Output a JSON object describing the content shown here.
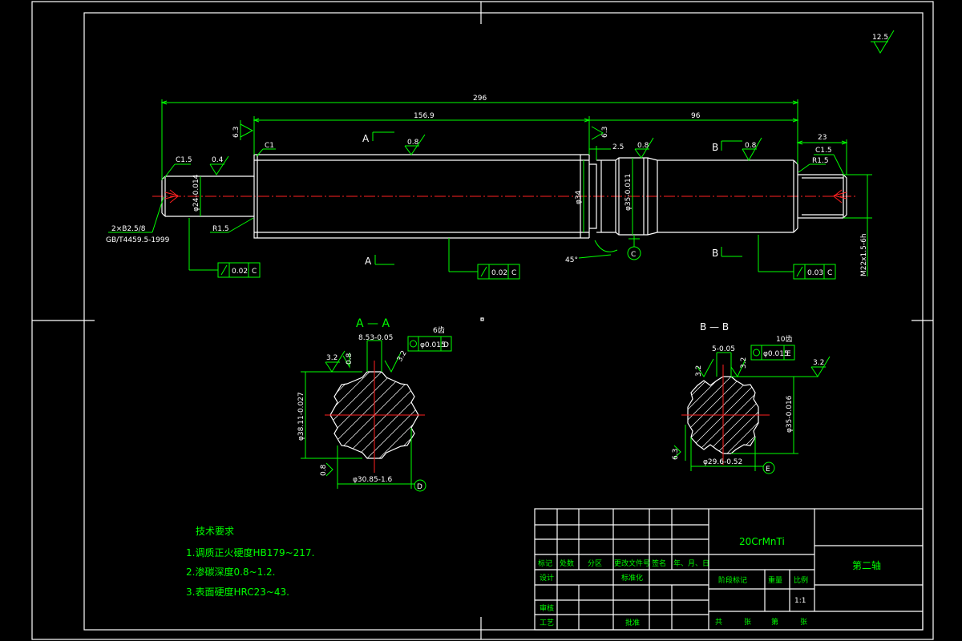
{
  "roughness": {
    "corner": "12.5",
    "main": "6.3",
    "main2": "6.3",
    "keyways": [
      "3.2",
      "3.2",
      "3.2",
      "3.2"
    ],
    "spline_b": "6.3"
  },
  "dims": {
    "total": "296",
    "left_len": "156.9",
    "right_len": "96",
    "end_len": "23",
    "groove": "2.5",
    "chamfer_left": "C1.5",
    "chamfer_main": "C1",
    "chamfer_right": "C1.5",
    "radius_left": "R1.5",
    "radius_right": "R1.5",
    "dia_left_end": "φ24-0.014",
    "dia_main": "φ34",
    "dia_bearing": "φ35-0.011",
    "thread": "M22x1.5-6h",
    "angle": "45°",
    "rough_0_4": "0.4",
    "rough_0_8a": "0.8",
    "rough_0_8b": "0.8",
    "rough_0_8c": "0.8",
    "center_hole": "2×B2.5/8",
    "center_std": "GB/T4459.5-1999"
  },
  "tolerances": {
    "runout_left": {
      "value": "0.02",
      "datum": "C"
    },
    "runout_mid": {
      "value": "0.02",
      "datum": "C"
    },
    "runout_right": {
      "value": "0.03",
      "datum": "C"
    },
    "datum_c": "C",
    "pos_a": {
      "value": "φ0.015",
      "datum": "D"
    },
    "pos_b": {
      "value": "φ0.015",
      "datum": "E"
    },
    "datum_d": "D",
    "datum_e": "E"
  },
  "sections": {
    "a_label": "A",
    "a_label2": "A",
    "b_label": "B",
    "b_label2": "B",
    "a_title": "A — A",
    "b_title": "B — B",
    "a_count": "6齿",
    "b_count": "10齿",
    "a_width": "8.53-0.05",
    "a_outer": "φ38.11-0.027",
    "a_inner": "φ30.85-1.6",
    "a_r08": "0.8",
    "a_r08b": "0.8",
    "b_width": "5-0.05",
    "b_outer": "φ35-0.016",
    "b_inner": "φ29.6-0.52",
    "b_r32": "3.2"
  },
  "tech": {
    "title": "技术要求",
    "items": [
      "1.调质正火硬度HB179~217.",
      "2.渗碳深度0.8~1.2.",
      "3.表面硬度HRC23~43."
    ]
  },
  "titleblock": {
    "material": "20CrMnTi",
    "part_name": "第二轴",
    "scale": "1:1",
    "row_labels": [
      "标记",
      "处数",
      "分区",
      "更改文件号",
      "签名",
      "年、月、日"
    ],
    "design": "设计",
    "standard": "标准化",
    "review": "审核",
    "process": "工艺",
    "approve": "批准",
    "stage": "阶段标记",
    "weight": "重量",
    "ratio": "比例",
    "sheets": [
      "共",
      "张",
      "第",
      "张"
    ]
  }
}
